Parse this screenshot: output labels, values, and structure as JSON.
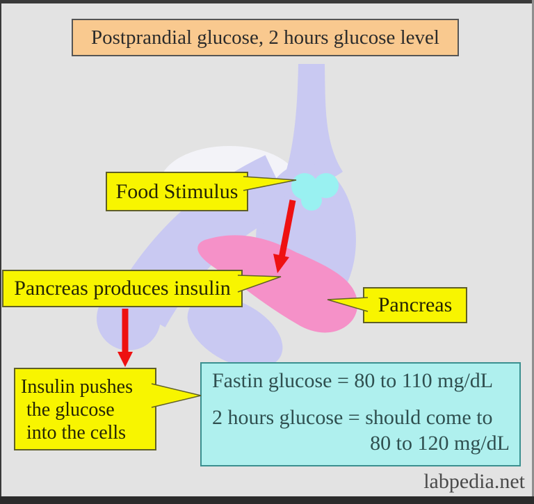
{
  "title": {
    "text": "Postprandial glucose, 2 hours glucose level"
  },
  "callouts": {
    "food_stimulus": {
      "label": "Food Stimulus"
    },
    "pancreas_produces": {
      "label": "Pancreas produces insulin"
    },
    "pancreas": {
      "label": "Pancreas"
    },
    "insulin_pushes": {
      "lines": [
        "Insulin pushes",
        "the glucose",
        "into the cells"
      ]
    }
  },
  "info_box": {
    "line1": "Fastin glucose = 80 to 110 mg/dL",
    "line2": "2 hours glucose = should come to",
    "line3": "80 to 120 mg/dL"
  },
  "watermark": "labpedia.net",
  "colors": {
    "background": "#e3e3e3",
    "title_bg": "#f9c98f",
    "callout_bg": "#f8f500",
    "callout_border": "#5f5f28",
    "stomach": "#c9c9f2",
    "glow": "#f3f3f8",
    "pancreas_shape": "#f591c8",
    "food_bolus": "#99f1f1",
    "arrow": "#ee1111",
    "info_bg": "#aff0ee",
    "info_border": "#3a8f8f"
  }
}
